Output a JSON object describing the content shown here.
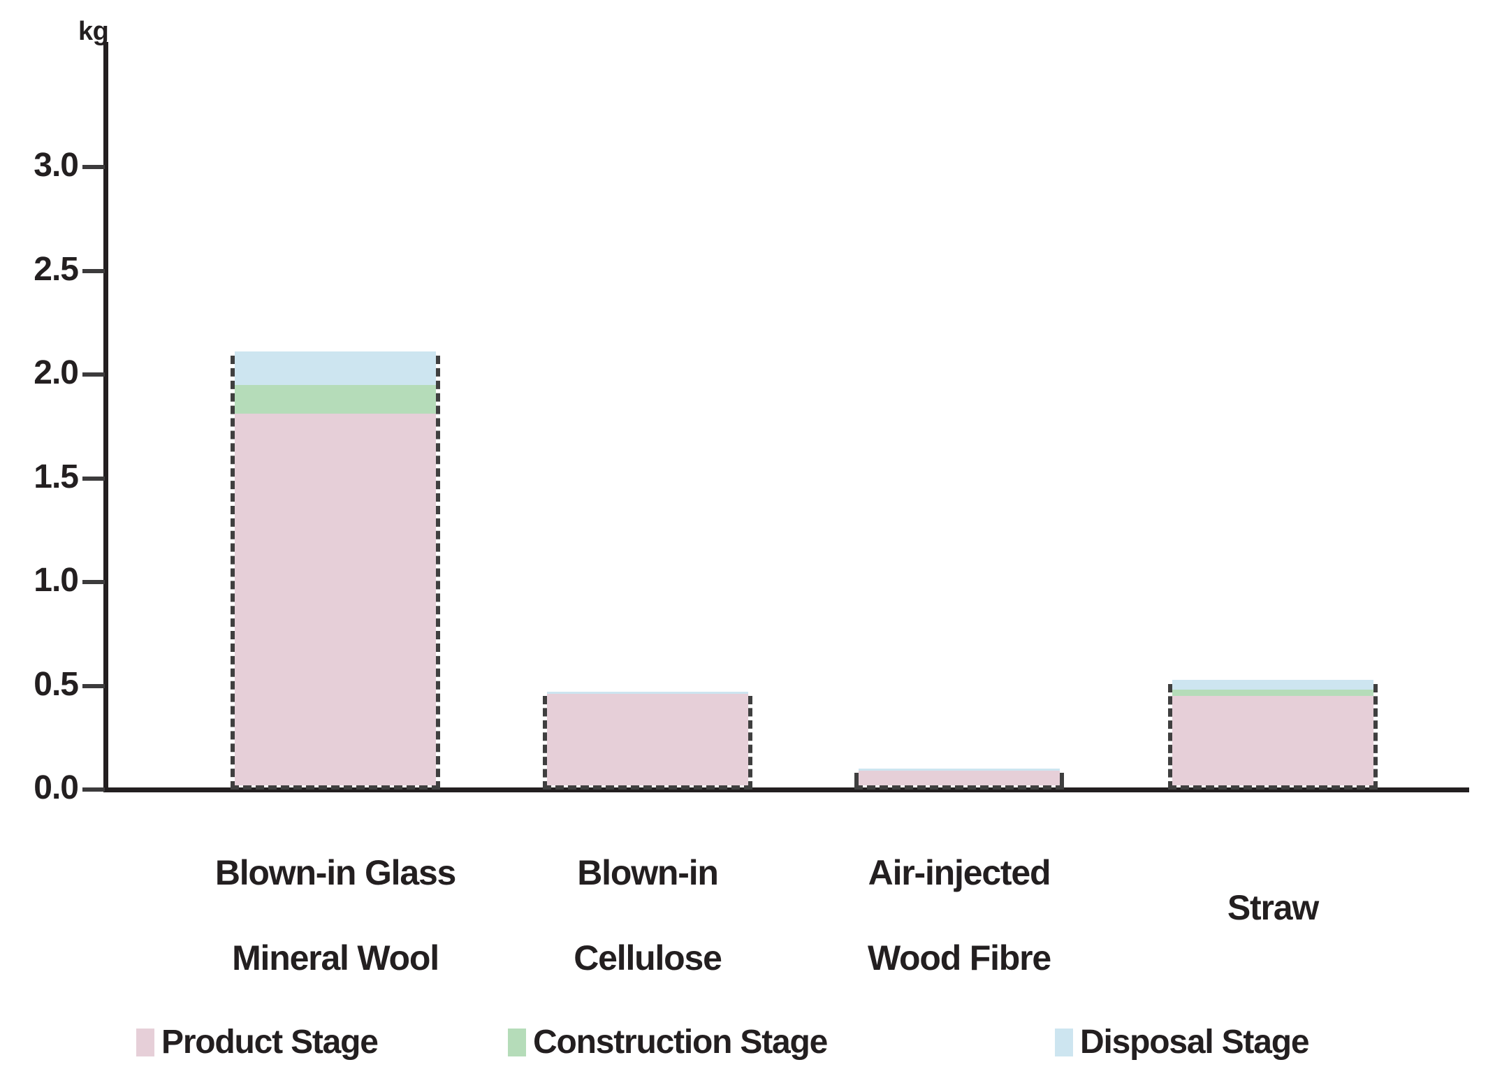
{
  "chart_data": {
    "type": "bar",
    "stacked": true,
    "title": "",
    "xlabel": "",
    "ylabel": "kg",
    "unit": "kg",
    "ylim": [
      0.0,
      3.2
    ],
    "yticks": [
      "0.0",
      "0.5",
      "1.0",
      "1.5",
      "2.0",
      "2.5",
      "3.0"
    ],
    "ytick_values": [
      0.0,
      0.5,
      1.0,
      1.5,
      2.0,
      2.5,
      3.0
    ],
    "grid": false,
    "legend_position": "bottom",
    "categories": [
      "Blown-in Glass\nMineral Wool",
      "Blown-in\nCellulose",
      "Air-injected\nWood Fibre",
      "Straw"
    ],
    "series": [
      {
        "name": "Product Stage",
        "color": "#e6cfd8",
        "values": [
          1.79,
          0.44,
          0.07,
          0.43
        ]
      },
      {
        "name": "Construction Stage",
        "color": "#b5dcb9",
        "values": [
          0.14,
          0.0,
          0.0,
          0.03
        ]
      },
      {
        "name": "Disposal Stage",
        "color": "#cde5f0",
        "values": [
          0.16,
          0.01,
          0.01,
          0.05
        ]
      }
    ],
    "totals": [
      2.09,
      0.45,
      0.08,
      0.51
    ],
    "bar_edge_color": "#3f3f3f",
    "bar_edge_style": "dashed",
    "axis_color": "#231f20"
  },
  "axis": {
    "unit_label": "kg",
    "tick_0": "0.0",
    "tick_1": "0.5",
    "tick_2": "1.0",
    "tick_3": "1.5",
    "tick_4": "2.0",
    "tick_5": "2.5",
    "tick_6": "3.0"
  },
  "categories": {
    "c0_line1": "Blown-in Glass",
    "c0_line2": "Mineral Wool",
    "c1_line1": "Blown-in",
    "c1_line2": "Cellulose",
    "c2_line1": "Air-injected",
    "c2_line2": "Wood Fibre",
    "c3_line1": "Straw",
    "c3_line2": ""
  },
  "legend": {
    "items": [
      {
        "label": "Product Stage",
        "color": "#e6cfd8"
      },
      {
        "label": "Construction Stage",
        "color": "#b5dcb9"
      },
      {
        "label": "Disposal Stage",
        "color": "#cde5f0"
      }
    ]
  }
}
